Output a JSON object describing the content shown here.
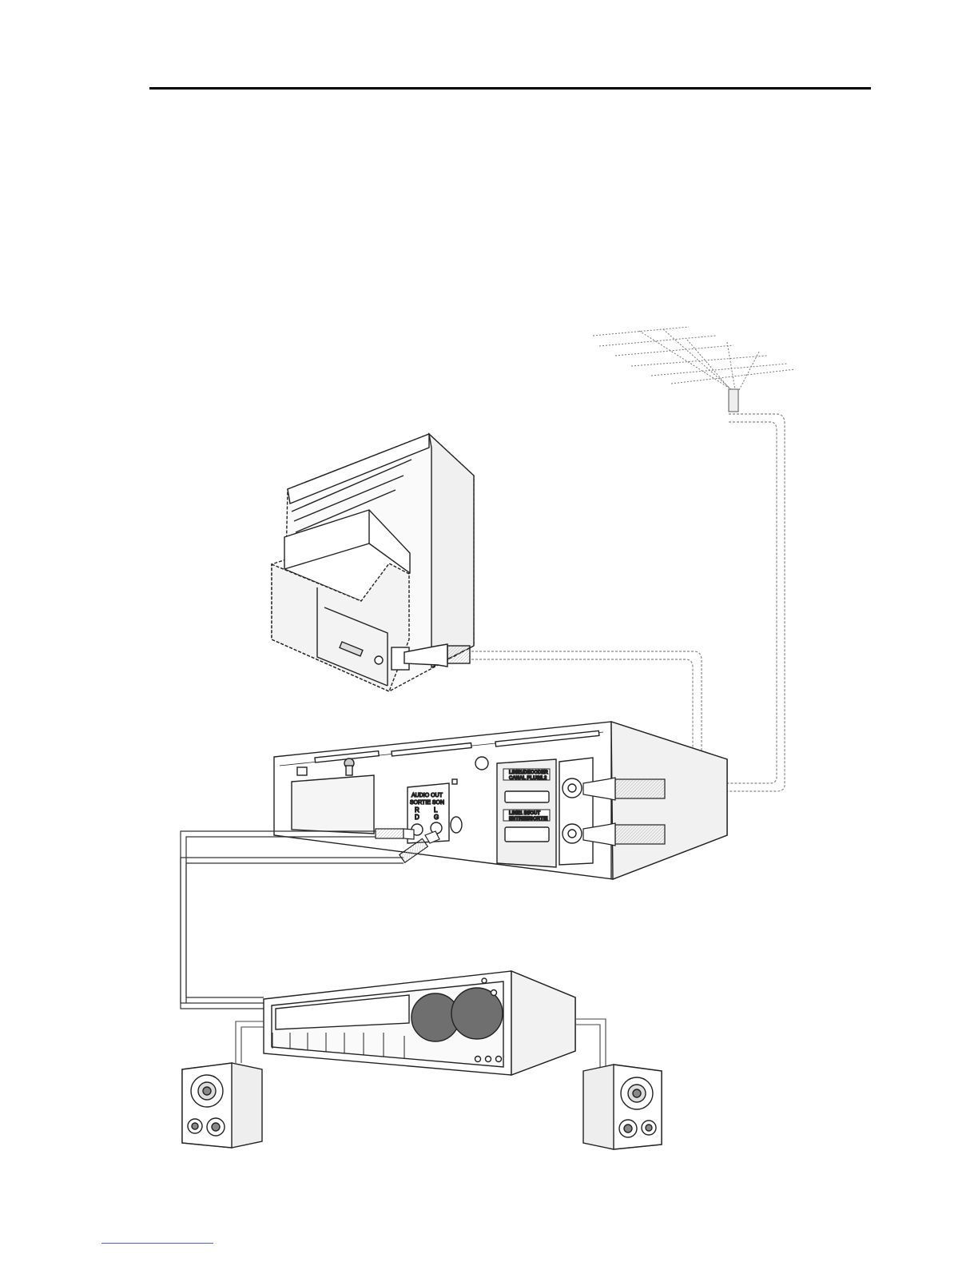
{
  "vcr_labels": {
    "audio_out_line1": "AUDIO OUT",
    "audio_out_line2": "SORTIE SON",
    "right_channel": "R",
    "right_channel_fr": "D",
    "left_channel": "L",
    "left_channel_fr": "G",
    "scart1": "LINE1/DECODER",
    "scart1_sub": "CANAL PLUS/L2",
    "scart2": "LINE1 IN/OUT",
    "scart2_sub": "ENTREE/SORTIE"
  },
  "colors": {
    "line": "#222222",
    "panel_gray": "#e9e9e9",
    "dark_gray": "#6f6f6f",
    "cable_dash": "#999999",
    "link_blue": "#4a66c9"
  },
  "icons": {
    "antenna": "antenna-icon",
    "tv": "tv-rear-icon",
    "vcr": "vcr-rear-panel-icon",
    "amplifier": "hifi-amplifier-icon",
    "speaker_left": "speaker-icon",
    "speaker_right": "speaker-icon"
  }
}
